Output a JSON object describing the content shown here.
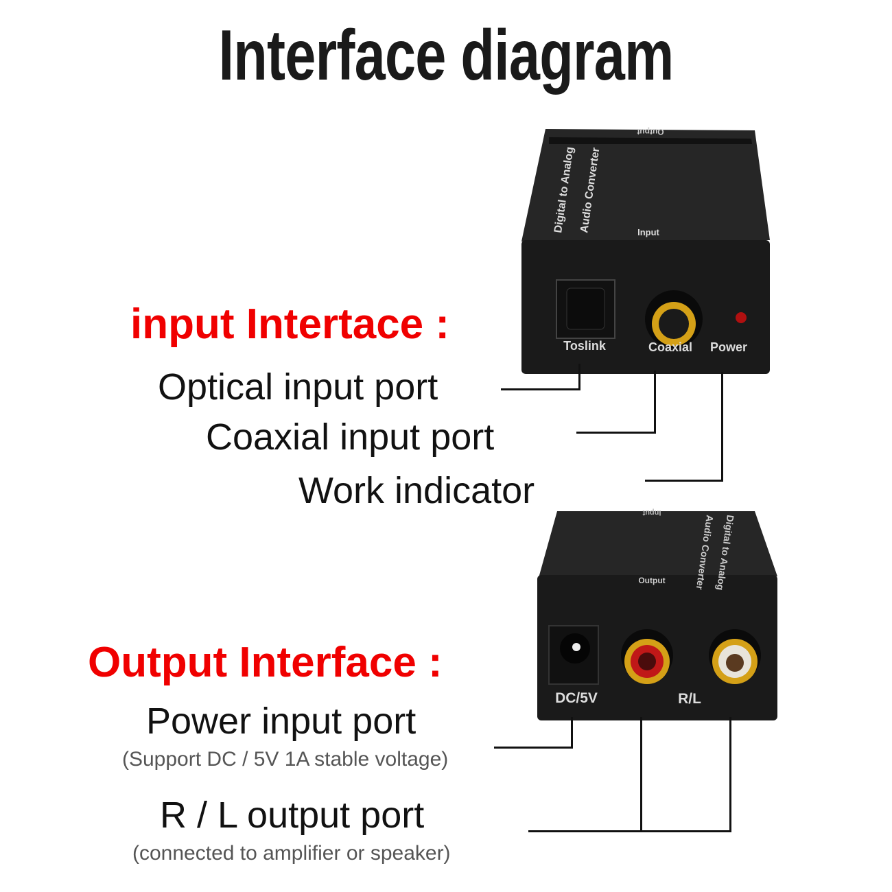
{
  "title": "Interface diagram",
  "input_section": {
    "heading": "input Intertace :",
    "items": [
      {
        "label": "Optical input port"
      },
      {
        "label": "Coaxial input port"
      },
      {
        "label": "Work indicator"
      }
    ]
  },
  "output_section": {
    "heading": "Output Interface :",
    "items": [
      {
        "label": "Power input port",
        "note": "(Support DC / 5V 1A stable voltage)"
      },
      {
        "label": "R / L output port",
        "note": "(connected to amplifier or speaker)"
      }
    ]
  },
  "device_input_face": {
    "top_label": "Output",
    "brand_line1": "Digital to Analog",
    "brand_line2": "Audio Converter",
    "face_label": "Input",
    "ports": [
      "Toslink",
      "Coaxial",
      "Power"
    ]
  },
  "device_output_face": {
    "top_label": "Input",
    "brand_line1": "Digital to Analog",
    "brand_line2": "Audio Converter",
    "face_label": "Output",
    "ports": [
      "DC/5V",
      "R/L"
    ]
  },
  "colors": {
    "heading": "#f00000",
    "device": "#1c1c1c",
    "gold": "#d4a017"
  }
}
